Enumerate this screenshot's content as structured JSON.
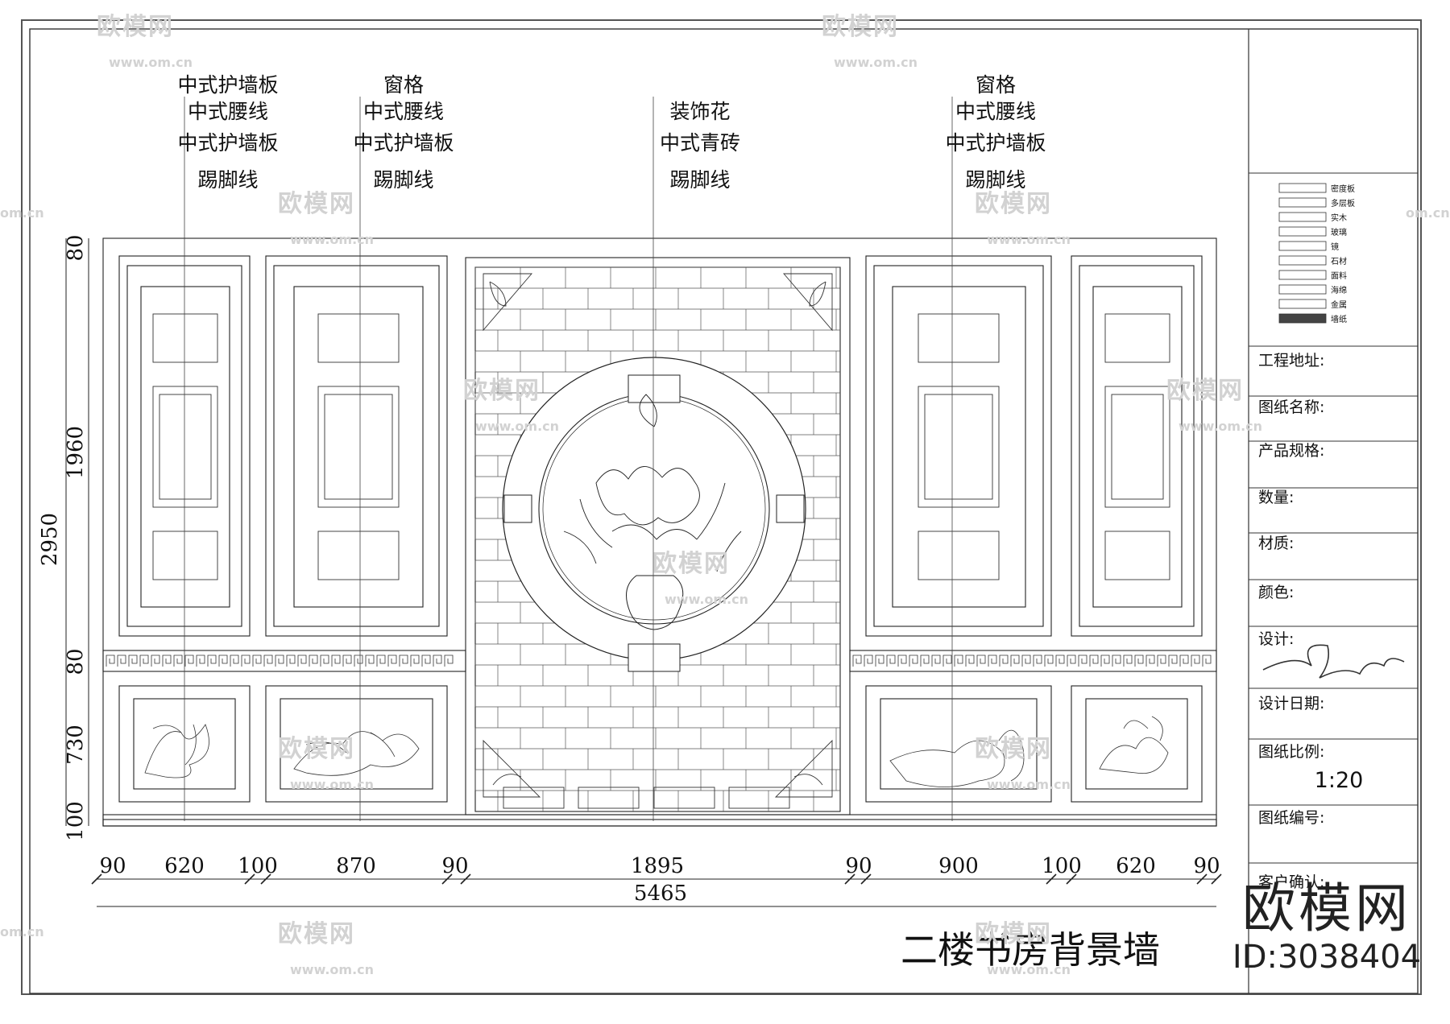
{
  "drawing": {
    "title": "二楼书房背景墙",
    "total_width": "5465",
    "total_height": "2950"
  },
  "callouts": [
    {
      "lines": [
        "中式护墙板",
        "中式腰线",
        "中式护墙板",
        "踢脚线"
      ]
    },
    {
      "lines": [
        "窗格",
        "中式腰线",
        "中式护墙板",
        "踢脚线"
      ]
    },
    {
      "lines": [
        "装饰花",
        "中式青砖",
        "踢脚线"
      ]
    },
    {
      "lines": [
        "窗格",
        "中式腰线",
        "中式护墙板",
        "踢脚线"
      ]
    }
  ],
  "dimensions": {
    "horizontal": [
      "90",
      "620",
      "100",
      "870",
      "90",
      "1895",
      "90",
      "900",
      "100",
      "620",
      "90"
    ],
    "vertical": [
      "80",
      "1960",
      "80",
      "730",
      "100"
    ]
  },
  "legend": [
    "密度板",
    "多层板",
    "实木",
    "玻璃",
    "镜",
    "石材",
    "面料",
    "海绵",
    "金属",
    "墙纸"
  ],
  "title_block": {
    "fields": [
      "工程地址:",
      "图纸名称:",
      "产品规格:",
      "数量:",
      "材质:",
      "颜色:",
      "设计:",
      "设计日期:",
      "图纸比例:",
      "图纸编号:",
      "客户确认:"
    ],
    "scale": "1:20"
  },
  "watermark": {
    "logo": "欧模网",
    "url": "www.om.cn",
    "url_short": "om.cn"
  },
  "brand": {
    "name": "欧模网",
    "id": "ID:3038404"
  }
}
